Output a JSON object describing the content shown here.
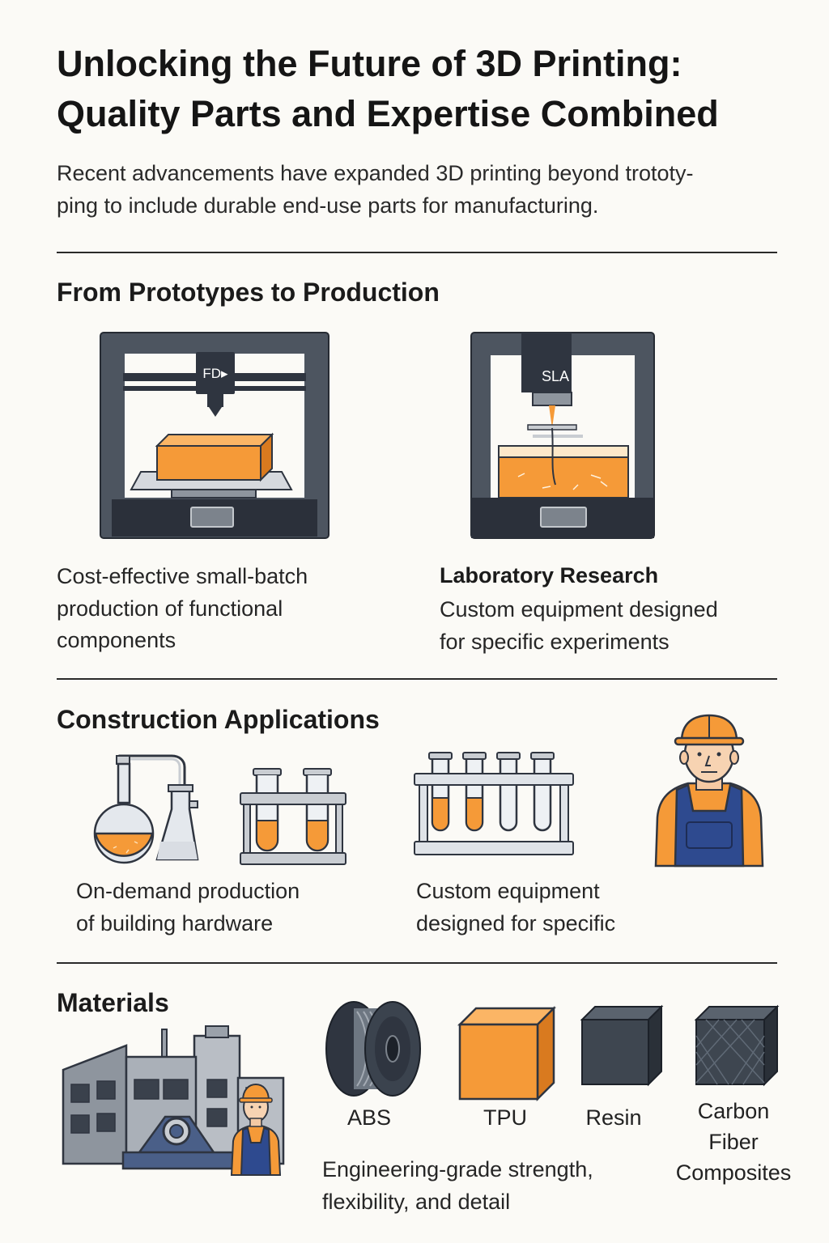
{
  "header": {
    "title_line1": "Unlocking the Future of 3D Printing:",
    "title_line2": "Quality Parts and Expertise Combined",
    "intro_line1": "Recent advancements have expanded 3D printing beyond trototy-",
    "intro_line2": "ping to include durable end-use parts for manufacturing."
  },
  "section1": {
    "heading": "From Prototypes to Production",
    "fdm_printer": {
      "label": "FD▸"
    },
    "sla_printer": {
      "label": "SLA"
    },
    "left_text_line1": "Cost-effective small-batch",
    "left_text_line2": "production of functional",
    "left_text_line3": "components",
    "right_title": "Laboratory Research",
    "right_text_line1": "Custom equipment designed",
    "right_text_line2": "for specific experiments"
  },
  "section2": {
    "heading": "Construction Applications",
    "left_text_line1": "On-demand production",
    "left_text_line2": "of building hardware",
    "right_text_line1": "Custom equipment",
    "right_text_line2": "designed for specific"
  },
  "section3": {
    "heading": "Materials",
    "materials": [
      {
        "name": "ABS",
        "icon": "filament-spool-icon"
      },
      {
        "name": "TPU",
        "icon": "orange-cube-icon"
      },
      {
        "name": "Resin",
        "icon": "dark-cube-icon"
      },
      {
        "name": "Carbon\nFiber\nComposites",
        "icon": "carbon-cube-icon"
      }
    ],
    "caption_line1": "Engineering-grade strength,",
    "caption_line2": "flexibility, and detail"
  },
  "colors": {
    "accent_orange": "#f59a38",
    "frame_gray": "#4d5560",
    "dark_navy": "#2f3b4e",
    "overall_blue": "#2e4a8f",
    "background": "#fbfaf6"
  }
}
